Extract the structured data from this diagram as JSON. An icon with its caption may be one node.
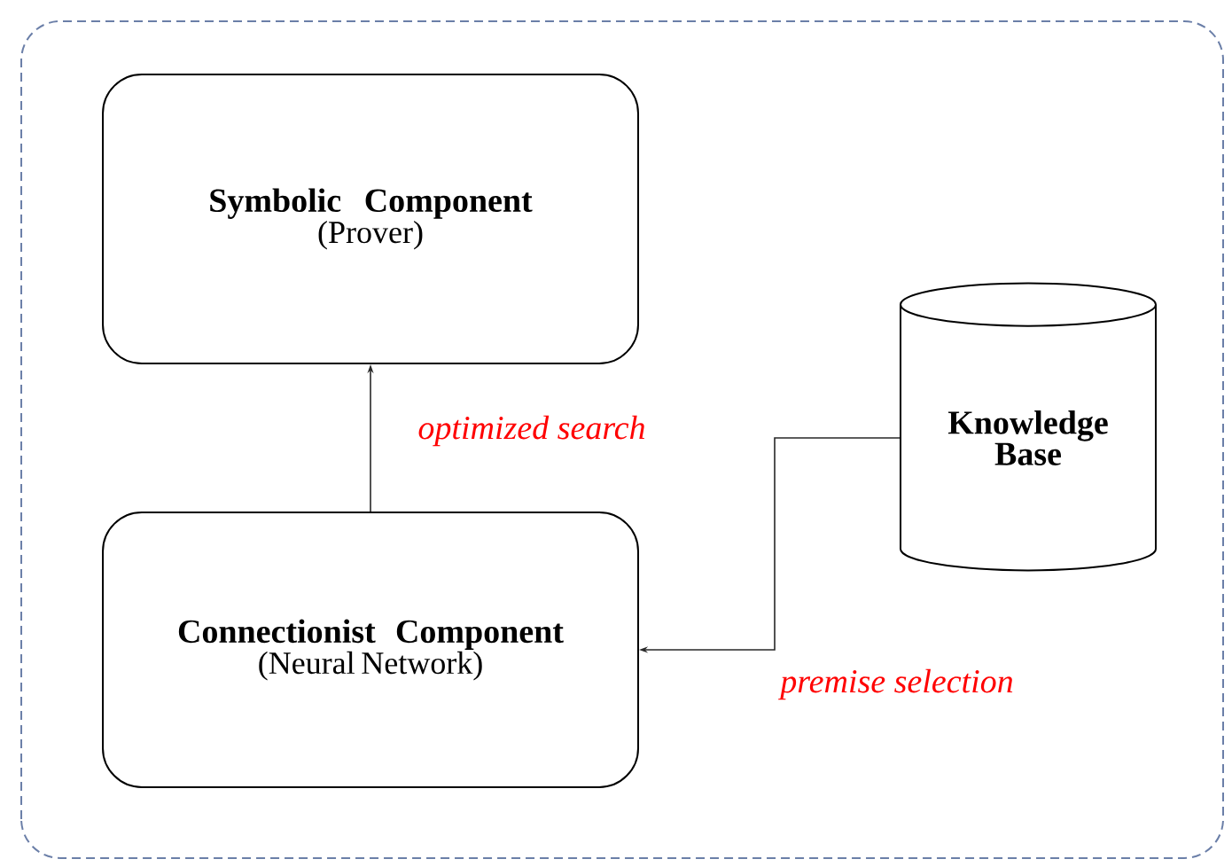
{
  "diagram": {
    "nodes": [
      {
        "text": [
          "Symbolic Component",
          "(Prover)"
        ]
      },
      {
        "text": [
          "Connectionist Component",
          "(Neural Network)"
        ]
      },
      {
        "text": [
          "Knowledge Base"
        ]
      }
    ],
    "edges": [
      {
        "from": 1,
        "to": 0,
        "arrow": "to",
        "label": "optimized search"
      },
      {
        "from": 2,
        "to": 1,
        "arrow": "to",
        "label": "premise selection"
      }
    ]
  }
}
